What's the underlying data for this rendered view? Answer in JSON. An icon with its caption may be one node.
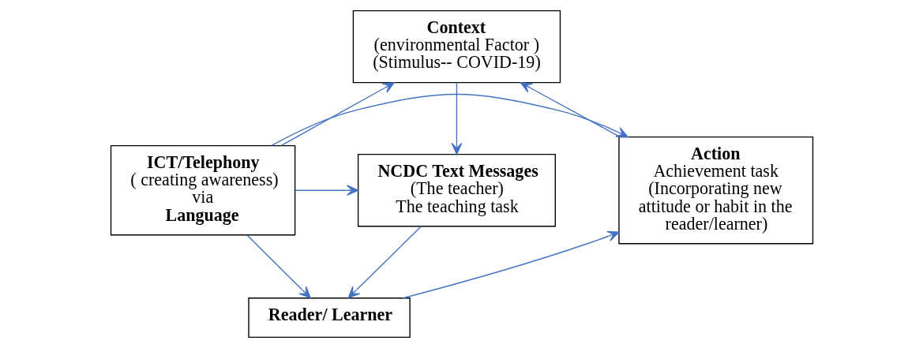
{
  "diagram": {
    "nodes": [
      {
        "text": [
          "Context",
          "(environmental Factor )",
          "(Stimulus-- COVID-19)"
        ]
      },
      {
        "text": [
          "Action",
          "Achievement task (Incorporating new attitude or habit in the reader/learner)"
        ]
      },
      {
        "text": [
          "ICT/Telephony",
          "( creating awareness)",
          "via",
          "Language"
        ]
      },
      {
        "text": [
          "NCDC Text Messages",
          "(The teacher)",
          "The teaching task"
        ]
      },
      {
        "text": [
          "Reader/ Learner"
        ]
      }
    ],
    "edges": [
      {
        "from": 1,
        "to": 0,
        "arrow": "to"
      },
      {
        "from": 0,
        "to": 3,
        "arrow": "to"
      },
      {
        "from": 2,
        "to": 0,
        "arrow": "to"
      },
      {
        "from": 2,
        "to": 1,
        "arrow": "to"
      },
      {
        "from": 2,
        "to": 3,
        "arrow": "to"
      },
      {
        "from": 2,
        "to": 4,
        "arrow": "to"
      },
      {
        "from": 3,
        "to": 4,
        "arrow": "to"
      },
      {
        "from": 4,
        "to": 1,
        "arrow": "to"
      }
    ]
  }
}
